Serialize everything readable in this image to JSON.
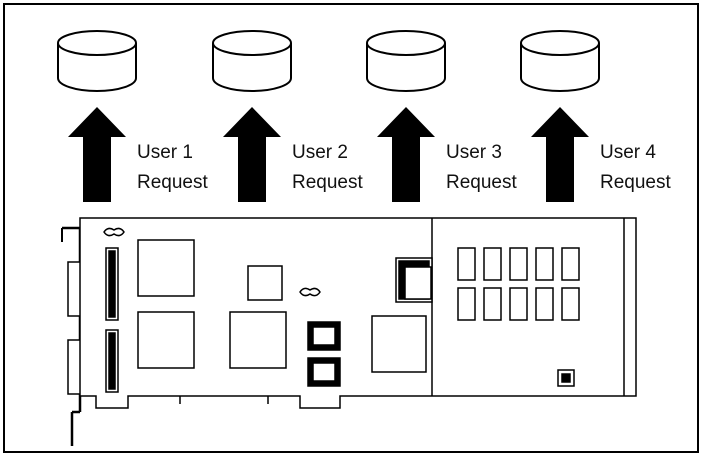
{
  "diagram": {
    "requests": [
      {
        "user": "User 1",
        "action": "Request"
      },
      {
        "user": "User 2",
        "action": "Request"
      },
      {
        "user": "User 3",
        "action": "Request"
      },
      {
        "user": "User 4",
        "action": "Request"
      }
    ],
    "colors": {
      "stroke": "#000000",
      "background": "#ffffff",
      "text": "#111111"
    }
  }
}
